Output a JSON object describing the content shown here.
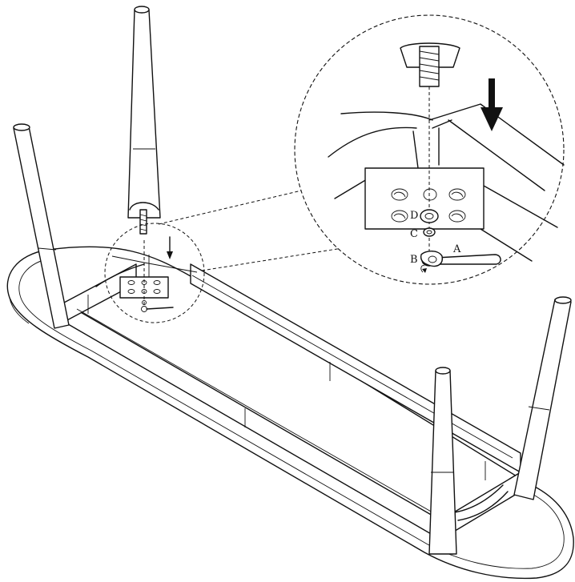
{
  "labels": {
    "a": "A",
    "b": "B",
    "c": "C",
    "d": "D"
  },
  "icons": {
    "direction_arrow": "down-arrow-icon"
  },
  "colors": {
    "line": "#111111",
    "background": "#ffffff"
  }
}
